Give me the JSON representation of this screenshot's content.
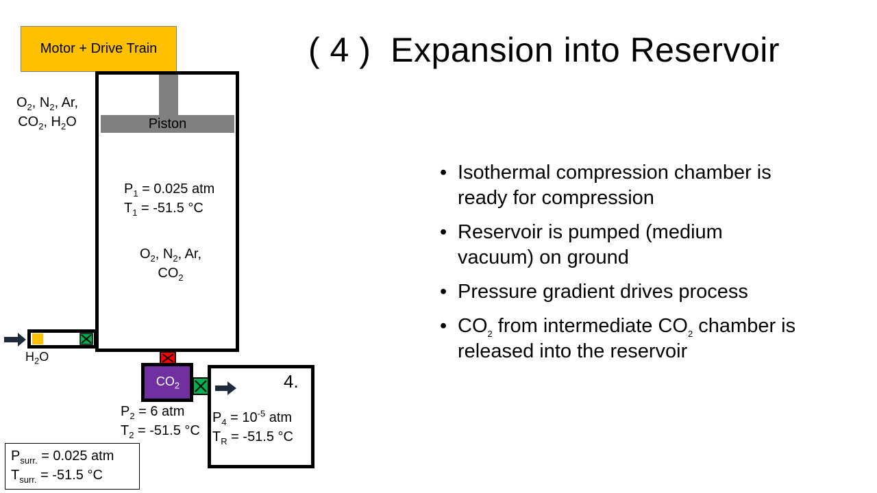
{
  "title": "( 4 )  Expansion into Reservoir",
  "motor_label": "Motor + Drive Train",
  "piston_label": "Piston",
  "ambient_gases": {
    "line1": "O2, N2, Ar,",
    "line2": "CO2, H2O"
  },
  "chamber": {
    "pressure": "P1 = 0.025 atm",
    "temperature": "T1 = -51.5 °C",
    "gases_line1": "O2, N2, Ar,",
    "gases_line2": "CO2"
  },
  "water_label": "H2O",
  "co2_chamber": {
    "label": "CO2",
    "pressure": "P2 = 6 atm",
    "temperature": "T2 = -51.5 °C"
  },
  "reservoir": {
    "number": "4.",
    "pressure": "P4 = 10-5 atm",
    "temperature": "TR = -51.5 °C"
  },
  "surroundings": {
    "pressure": "Psurr. = 0.025 atm",
    "temperature": "Tsurr. = -51.5 °C"
  },
  "bullets": [
    "Isothermal compression chamber is ready for compression",
    "Reservoir is pumped (medium vacuum) on ground",
    "Pressure gradient drives process",
    "CO2 from intermediate CO2 chamber is released into the reservoir"
  ],
  "colors": {
    "motor": "#FFC000",
    "piston": "#808080",
    "co2_chamber": "#7030A0",
    "valve_open": "#00B050",
    "valve_closed": "#FF0000",
    "water_valve": "#FFC000",
    "arrow": "#1F2A3A"
  }
}
